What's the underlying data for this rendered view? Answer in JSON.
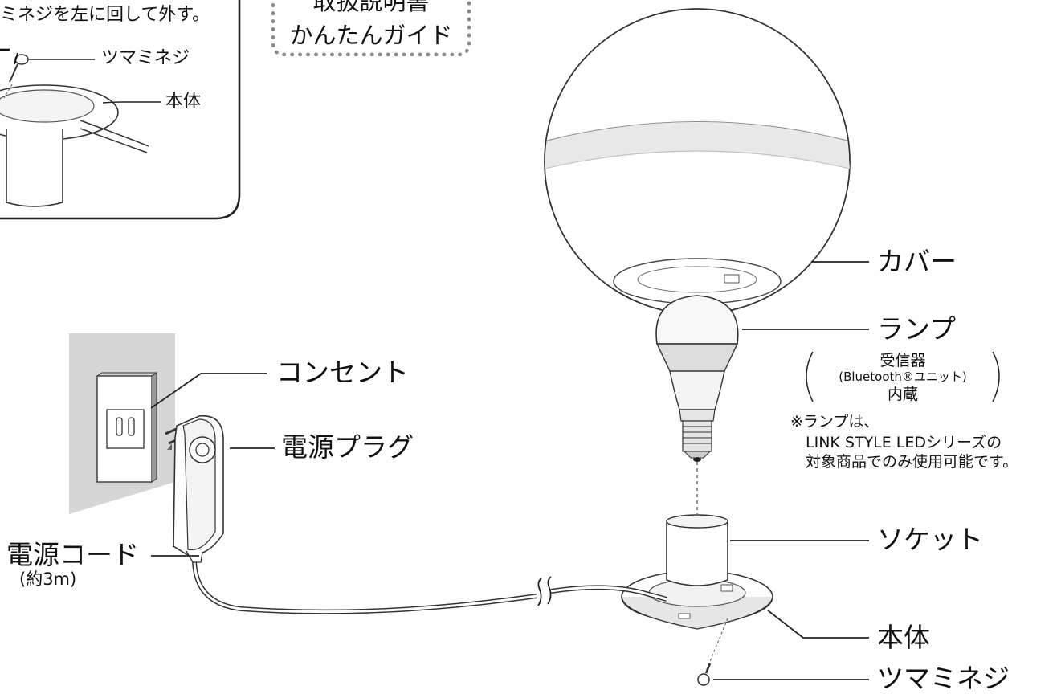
{
  "inset": {
    "instruction": "ミネジを左に回して外す。",
    "labels": [
      "ツマミネジ",
      "本体"
    ]
  },
  "guide_box": {
    "line1": "取扱説明書",
    "line2": "かんたんガイド"
  },
  "parts": {
    "cover": "カバー",
    "lamp": "ランプ",
    "lamp_note": {
      "line1": "受信器",
      "line2": "(Bluetooth®ユニット)",
      "line3": "内蔵"
    },
    "lamp_warning": {
      "line1": "※ランプは、",
      "line2": "LINK STYLE LEDシリーズの",
      "line3": "対象商品でのみ使用可能です。"
    },
    "outlet": "コンセント",
    "plug": "電源プラグ",
    "cord": "電源コード",
    "cord_length": "(約3m)",
    "socket": "ソケット",
    "body": "本体",
    "knob_screw": "ツマミネジ"
  }
}
